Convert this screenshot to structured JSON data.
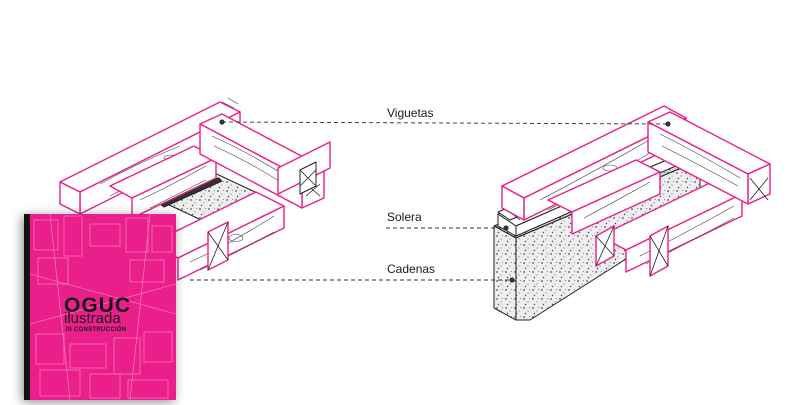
{
  "labels": {
    "viguetas": "Viguetas",
    "solera": "Solera",
    "cadenas": "Cadenas"
  },
  "book": {
    "title": "OGUC",
    "subtitle": "ilustrada",
    "volume": "III CONSTRUCCIÓN"
  },
  "colors": {
    "accent": "#ea1f8c",
    "line": "#222222",
    "leader": "#333333"
  }
}
